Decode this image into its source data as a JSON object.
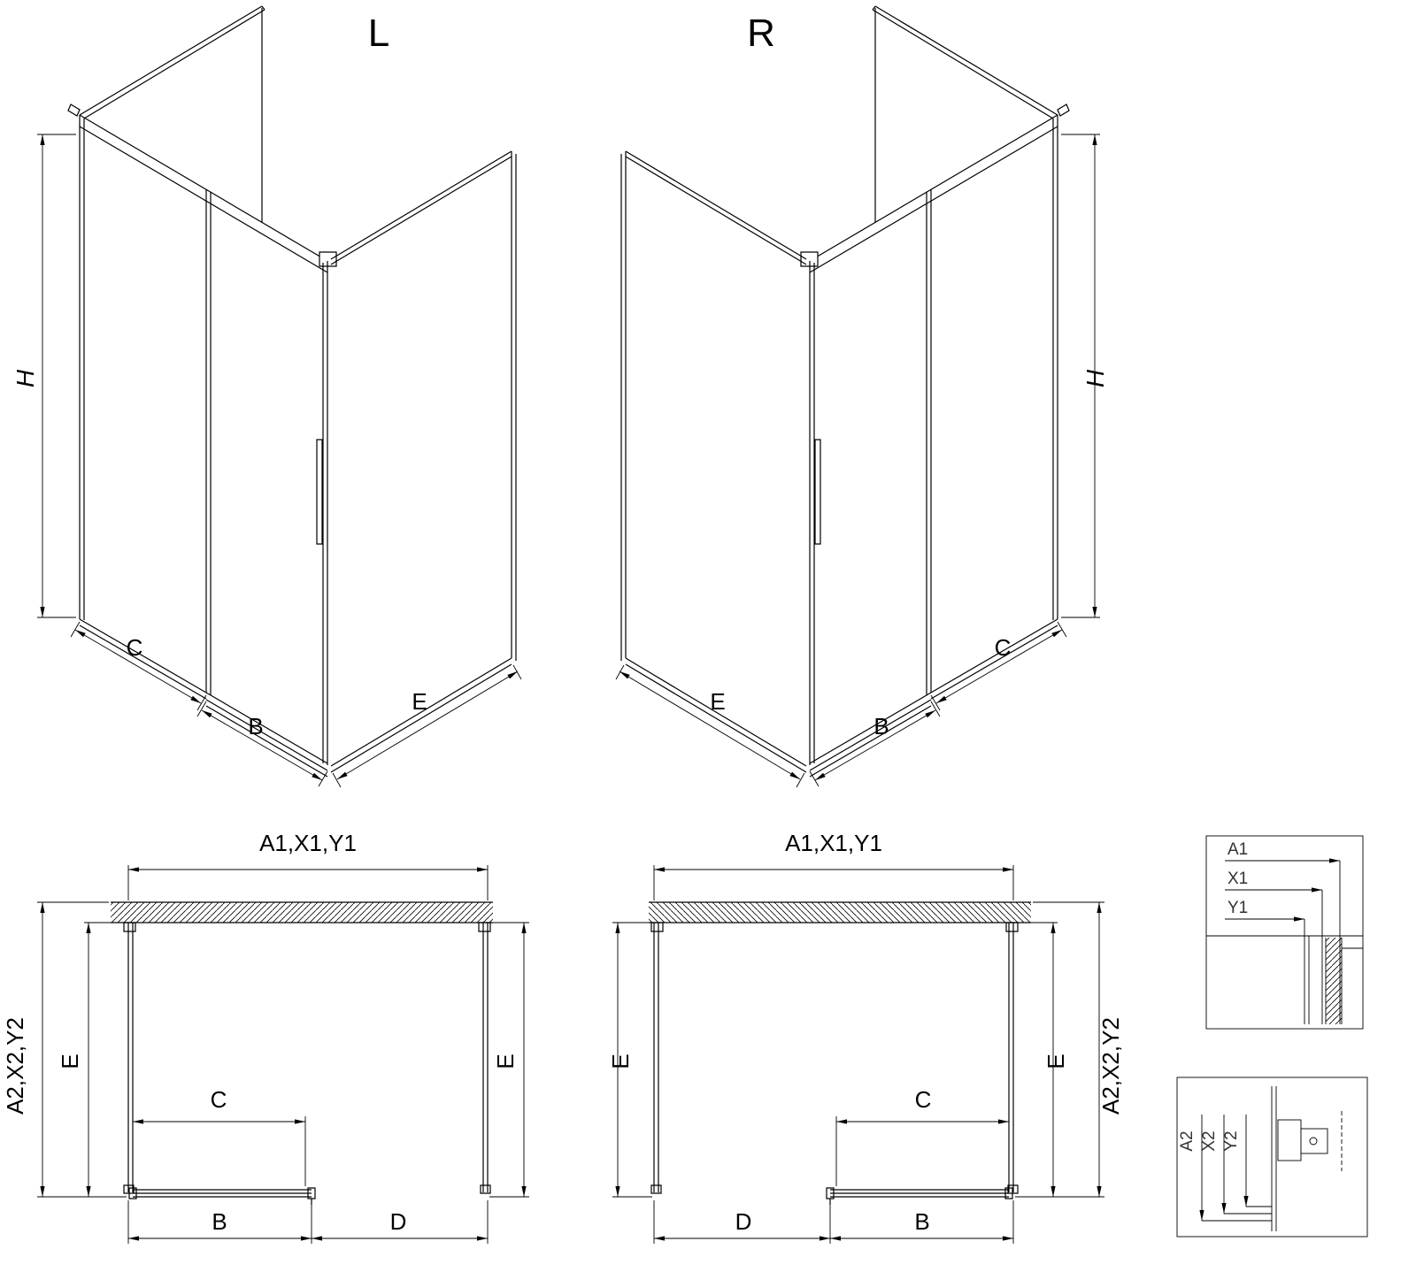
{
  "figures": {
    "iso_left": {
      "title": "L",
      "dims": {
        "h": "H",
        "c": "C",
        "b": "B",
        "e": "E"
      }
    },
    "iso_right": {
      "title": "R",
      "dims": {
        "h": "H",
        "c": "C",
        "b": "B",
        "e": "E"
      }
    },
    "plan_left": {
      "dims": {
        "top": "A1,X1,Y1",
        "side": "A2,X2,Y2",
        "e_left": "E",
        "e_right": "E",
        "c": "C",
        "b": "B",
        "d": "D"
      }
    },
    "plan_right": {
      "dims": {
        "top": "A1,X1,Y1",
        "side": "A2,X2,Y2",
        "e_left": "E",
        "e_right": "E",
        "c": "C",
        "b": "B",
        "d": "D"
      }
    },
    "detail_top": {
      "dims": {
        "a1": "A1",
        "x1": "X1",
        "y1": "Y1"
      }
    },
    "detail_bottom": {
      "dims": {
        "a2": "A2",
        "x2": "X2",
        "y2": "Y2"
      }
    }
  }
}
